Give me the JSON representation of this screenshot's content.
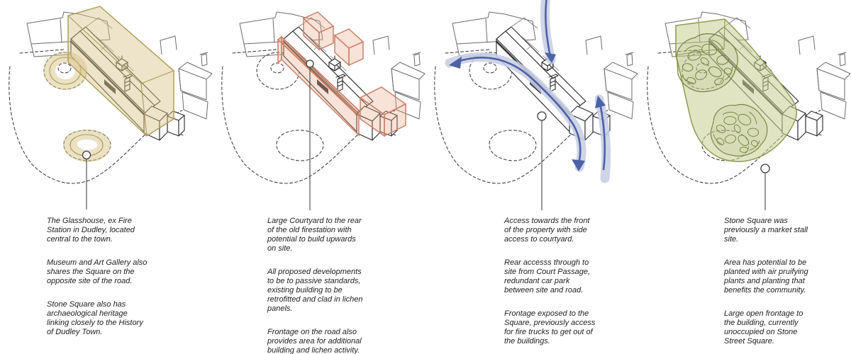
{
  "page": {
    "background": "#ffffff"
  },
  "colors": {
    "heritage_tan_fill": "#d8c388",
    "heritage_tan_stroke": "#ab9a55",
    "massing_red_fill": "#eaa07c",
    "massing_red_stroke": "#c9806a",
    "access_blue_line": "#4c61a8",
    "access_blue_band": "#c8cee3",
    "green_fill": "#c6cd90",
    "green_stroke": "#8f9c4f",
    "tree_green": "#76853f",
    "line_dark": "#2e2e2e"
  },
  "panels": [
    {
      "name": "site-context",
      "highlight": "existing building volume and archaeological rings (tan)",
      "paragraphs": [
        "The Glasshouse, ex Fire\nStation in Dudley, located\ncentral to the town.",
        "Museum and Art Gallery also\nshares the Square on the\nopposite site of the road.",
        "Stone Square also has\narchaeological heritage\nlinking closely to the History\nof Dudley Town."
      ]
    },
    {
      "name": "development-potential",
      "highlight": "proposed development volumes (red)",
      "paragraphs": [
        "Large Courtyard to the rear\nof the old firestation with\npotential to build upwards\non site.",
        "All proposed developments\nto be to passive standards,\nexisting building to be\nretrofitted and clad in lichen\npanels.",
        "Frontage on the road also\nprovides area for additional\nbuilding and lichen activity."
      ]
    },
    {
      "name": "access-routes",
      "highlight": "access and circulation arrows (blue)",
      "paragraphs": [
        "Access towards the front\nof the property with side\naccess to courtyard.",
        "Rear accesss through to\nsite from Court Passage,\nredundant car park\nbetween site and road.",
        "Frontage exposed to the\nSquare, previously access\nfor fire trucks to get out of\nthe buildings."
      ]
    },
    {
      "name": "green-space",
      "highlight": "planting and open square area (green)",
      "paragraphs": [
        "Stone Square was\npreviously a market stall\nsite.",
        "Area has potential to be\nplanted with air pruifying\nplants and planting that\nbenefits the community.",
        "Large open frontage to\nthe building, currently\nunoccupied on Stone\nStreet Square."
      ]
    }
  ]
}
